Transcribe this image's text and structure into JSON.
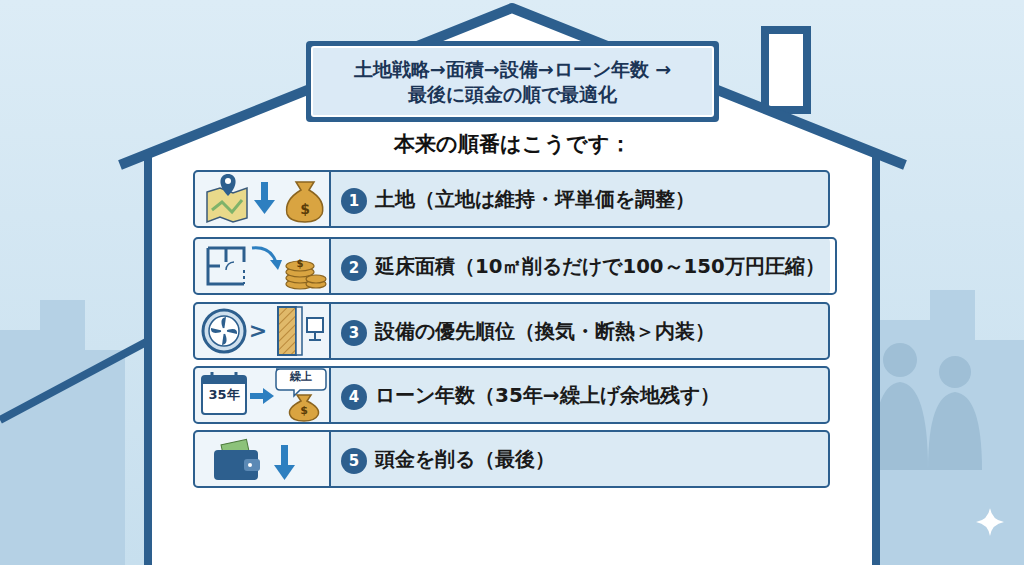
{
  "diagram": {
    "title": "土地戦略→面積→設備→ローン年数 →最後に頭金の順で最適化",
    "nodes": [
      {
        "text": [
          "土地（立地は維持・坪単価を調整）"
        ]
      },
      {
        "text": [
          "1"
        ],
        "in": 0
      },
      {
        "text": [
          "延床面積（10㎡削るだけで100～150万円圧縮）"
        ]
      },
      {
        "text": [
          "2"
        ],
        "in": 2
      },
      {
        "text": [
          "設備の優先順位（換気・断熱＞内装）"
        ]
      },
      {
        "text": [
          "3"
        ],
        "in": 4
      },
      {
        "text": [
          "ローン年数（35年→繰上げ余地残す）"
        ]
      },
      {
        "text": [
          "4"
        ],
        "in": 6
      },
      {
        "text": [
          "頭金を削る（最後）"
        ]
      },
      {
        "text": [
          "5"
        ],
        "in": 8
      }
    ],
    "labels": [
      "本来の順番はこうです：",
      "$",
      "$",
      ">",
      "35年",
      "繰上",
      "$"
    ]
  }
}
